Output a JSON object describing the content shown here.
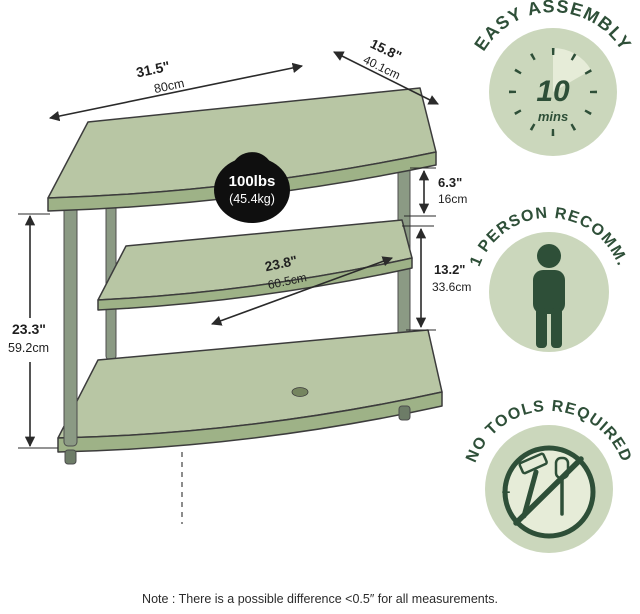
{
  "note": "Note : There is a possible difference <0.5″ for all measurements.",
  "weight": {
    "lbs": "100lbs",
    "kg": "(45.4kg)"
  },
  "dimensions": {
    "width": {
      "inch": "31.5\"",
      "cm": "80cm"
    },
    "depth": {
      "inch": "15.8\"",
      "cm": "40.1cm"
    },
    "upper_gap": {
      "inch": "6.3\"",
      "cm": "16cm"
    },
    "lower_gap": {
      "inch": "13.2\"",
      "cm": "33.6cm"
    },
    "middle_shelf_width": {
      "inch": "23.8\"",
      "cm": "60.5cm"
    },
    "height": {
      "inch": "23.3\"",
      "cm": "59.2cm"
    }
  },
  "badges": {
    "easy_assembly": {
      "label": "EASY ASSEMBLY",
      "minutes": "10",
      "unit": "mins"
    },
    "one_person": {
      "label": "1 PERSON RECOMM."
    },
    "no_tools": {
      "label": "NO TOOLS REQUIRED",
      "plus_sign": "+"
    }
  },
  "colors": {
    "shelf_top": "#b8c6a4",
    "shelf_edge": "#9eb287",
    "post": "#8b9a84",
    "foot": "#6d7c67",
    "badge_circle": "#cbd7bc",
    "badge_dark": "#2e4f38",
    "clock_wedge": "#e6ecd8",
    "weight_black": "#0f0f0f"
  }
}
